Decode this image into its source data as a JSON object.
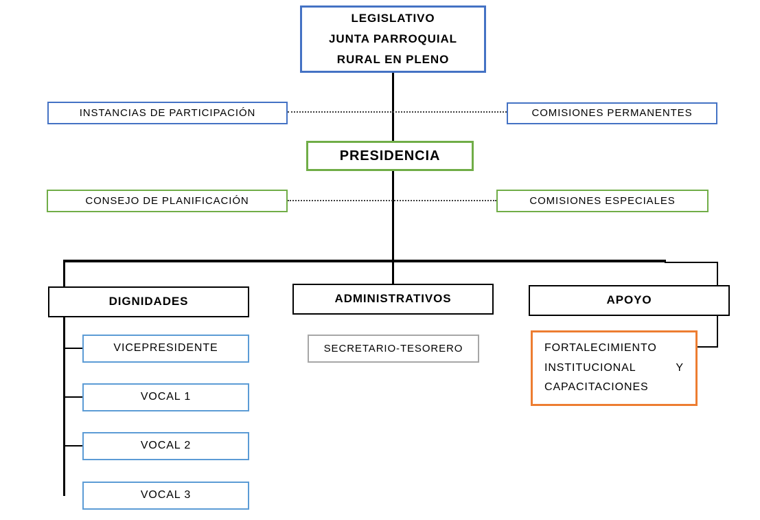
{
  "diagram": {
    "type": "org-chart",
    "nodes": {
      "legislativo": {
        "lines": [
          "LEGISLATIVO",
          "JUNTA PARROQUIAL",
          "RURAL EN PLENO"
        ],
        "border_color": "#4472C4",
        "bold": true
      },
      "instancias_participacion": {
        "label": "INSTANCIAS DE PARTICIPACIÓN",
        "border_color": "#4472C4"
      },
      "comisiones_permanentes": {
        "label": "COMISIONES PERMANENTES",
        "border_color": "#4472C4"
      },
      "presidencia": {
        "label": "PRESIDENCIA",
        "border_color": "#70AD47",
        "bold": true
      },
      "consejo_planificacion": {
        "label": "CONSEJO DE PLANIFICACIÓN",
        "border_color": "#70AD47"
      },
      "comisiones_especiales": {
        "label": "COMISIONES ESPECIALES",
        "border_color": "#70AD47"
      },
      "dignidades": {
        "label": "DIGNIDADES",
        "border_color": "#000000",
        "bold": true
      },
      "administrativos": {
        "label": "ADMINISTRATIVOS",
        "border_color": "#000000",
        "bold": true
      },
      "apoyo": {
        "label": "APOYO",
        "border_color": "#000000",
        "bold": true
      },
      "vicepresidente": {
        "label": "VICEPRESIDENTE",
        "border_color": "#5B9BD5"
      },
      "vocal1": {
        "label": "VOCAL 1",
        "border_color": "#5B9BD5"
      },
      "vocal2": {
        "label": "VOCAL 2",
        "border_color": "#5B9BD5"
      },
      "vocal3": {
        "label": "VOCAL 3",
        "border_color": "#5B9BD5"
      },
      "secretario_tesorero": {
        "label": "SECRETARIO-TESORERO",
        "border_color": "#A6A6A6"
      },
      "fortalecimiento": {
        "label": "FORTALECIMIENTO INSTITUCIONAL Y CAPACITACIONES",
        "border_color": "#ED7D31"
      }
    },
    "edges": [
      {
        "from": "legislativo",
        "to": "presidencia",
        "style": "solid"
      },
      {
        "from": "instancias_participacion",
        "to": "comisiones_permanentes",
        "style": "dotted",
        "crosses": "trunk"
      },
      {
        "from": "consejo_planificacion",
        "to": "comisiones_especiales",
        "style": "dotted",
        "crosses": "trunk"
      },
      {
        "from": "presidencia",
        "to": "dignidades",
        "style": "solid"
      },
      {
        "from": "presidencia",
        "to": "administrativos",
        "style": "solid"
      },
      {
        "from": "presidencia",
        "to": "apoyo",
        "style": "solid"
      },
      {
        "from": "dignidades",
        "to": "vicepresidente",
        "style": "solid"
      },
      {
        "from": "dignidades",
        "to": "vocal1",
        "style": "solid"
      },
      {
        "from": "dignidades",
        "to": "vocal2",
        "style": "solid"
      },
      {
        "from": "dignidades",
        "to": "vocal3",
        "style": "solid"
      },
      {
        "from": "apoyo",
        "to": "fortalecimiento",
        "style": "solid"
      }
    ],
    "colors": {
      "blue": "#4472C4",
      "light_blue": "#5B9BD5",
      "green": "#70AD47",
      "orange": "#ED7D31",
      "gray": "#A6A6A6",
      "line_black": "#000000",
      "dotted_line": "#3d3d3d",
      "background": "#FFFFFF",
      "text": "#000000"
    }
  }
}
